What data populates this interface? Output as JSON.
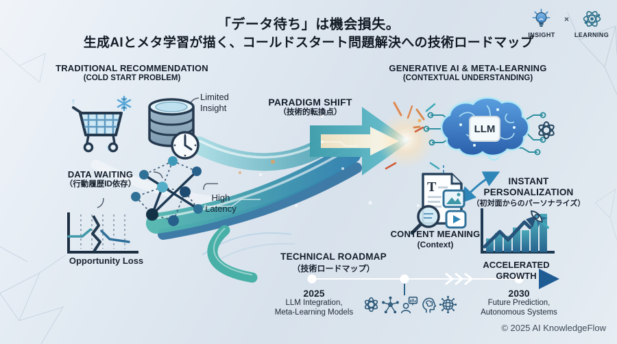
{
  "header": {
    "title_line1": "「データ待ち」は機会損失。",
    "title_line2": "生成AIとメタ学習が描く、コールドスタート問題解決への技術ロードマップ",
    "brand": {
      "insight": "INSIGHT",
      "multiply": "×",
      "learning": "LEARNING"
    }
  },
  "sections": {
    "traditional": {
      "title": "TRADITIONAL RECOMMENDATION",
      "subtitle": "(COLD START PROBLEM)",
      "limited_insight": "Limited\nInsight"
    },
    "data_waiting": {
      "title": "DATA WAITING",
      "subtitle": "（行動履歴ID依存）",
      "high_latency": "High\nLatency",
      "opportunity_loss": "Opportunity Loss"
    },
    "paradigm_shift": {
      "title": "PARADIGM SHIFT",
      "subtitle": "（技術的転換点）"
    },
    "generative": {
      "title": "GENERATIVE AI & META-LEARNING",
      "subtitle": "(CONTEXTUAL UNDERSTANDING)",
      "chip_label": "LLM"
    },
    "content_meaning": {
      "title": "CONTENT MEANING",
      "subtitle": "(Context)",
      "doc_letter": "T"
    },
    "personalization": {
      "title": "INSTANT\nPERSONALIZATION",
      "subtitle": "（初対面からのパーソナライズ）"
    },
    "growth": {
      "label": "ACCELERATED GROWTH"
    }
  },
  "roadmap": {
    "title": "TECHNICAL ROADMAP",
    "subtitle": "（技術ロードマップ）",
    "milestones": [
      {
        "year": "2025",
        "desc_line1": "LLM Integration,",
        "desc_line2": "Meta-Learning Models"
      },
      {
        "year": "2030",
        "desc_line1": "Future Prediction,",
        "desc_line2": "Autonomous Systems"
      }
    ],
    "icon_names": [
      "genai-swirl",
      "network-nodes",
      "analyst-presentation",
      "cognitive-head",
      "global-network"
    ]
  },
  "footer": {
    "copyright": "© 2025 AI KnowledgeFlow"
  },
  "colors": {
    "teal": "#49b0a8",
    "deep_blue": "#1f5c94",
    "cyan_glow": "#7fdcf2",
    "accent_orange": "#e0874f",
    "dark_text": "#16202e"
  }
}
